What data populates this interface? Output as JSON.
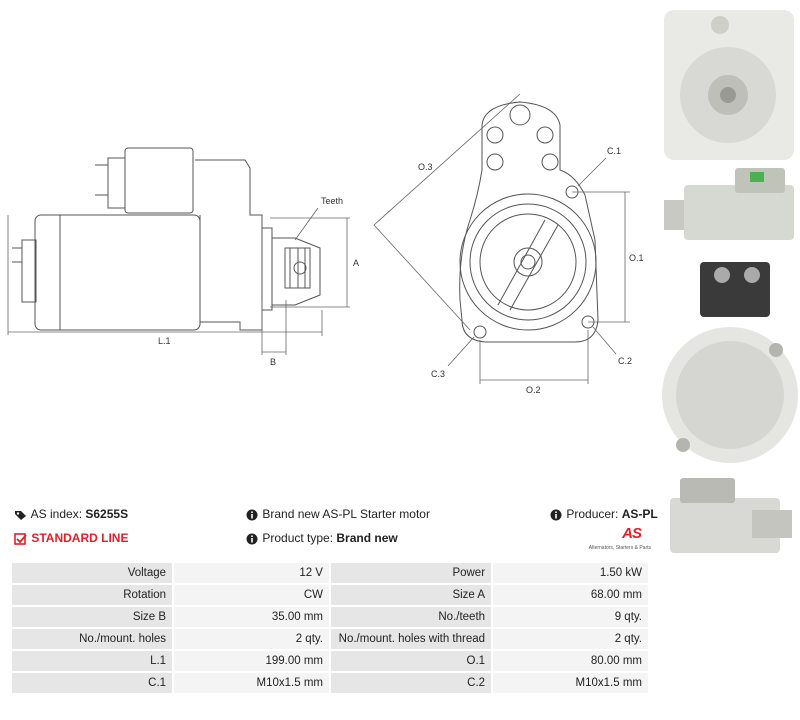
{
  "labels": {
    "teeth": "Teeth",
    "A": "A",
    "B": "B",
    "L1": "L.1",
    "O3": "O.3",
    "O1": "O.1",
    "O2": "O.2",
    "C1": "C.1",
    "C2": "C.2",
    "C3": "C.3"
  },
  "info": {
    "as_index_label": "AS index: ",
    "as_index_value": "S6255S",
    "standard_line": "STANDARD LINE",
    "description": "Brand new AS-PL Starter motor",
    "product_type_label": "Product type: ",
    "product_type_value": "Brand new",
    "producer_label": "Producer: ",
    "producer_value": "AS-PL"
  },
  "logo": {
    "mark": "AS",
    "tagline": "Alternators, Starters & Parts"
  },
  "colors": {
    "accent_red": "#e41f26",
    "label_cell": "#e6e6e6",
    "value_cell": "#f4f4f4"
  },
  "specs": [
    {
      "l1": "Voltage",
      "v1": "12 V",
      "l2": "Power",
      "v2": "1.50 kW"
    },
    {
      "l1": "Rotation",
      "v1": "CW",
      "l2": "Size A",
      "v2": "68.00 mm"
    },
    {
      "l1": "Size B",
      "v1": "35.00 mm",
      "l2": "No./teeth",
      "v2": "9 qty."
    },
    {
      "l1": "No./mount. holes",
      "v1": "2 qty.",
      "l2": "No./mount. holes with thread",
      "v2": "2 qty."
    },
    {
      "l1": "L.1",
      "v1": "199.00 mm",
      "l2": "O.1",
      "v2": "80.00 mm"
    },
    {
      "l1": "C.1",
      "v1": "M10x1.5 mm",
      "l2": "C.2",
      "v2": "M10x1.5 mm"
    }
  ]
}
